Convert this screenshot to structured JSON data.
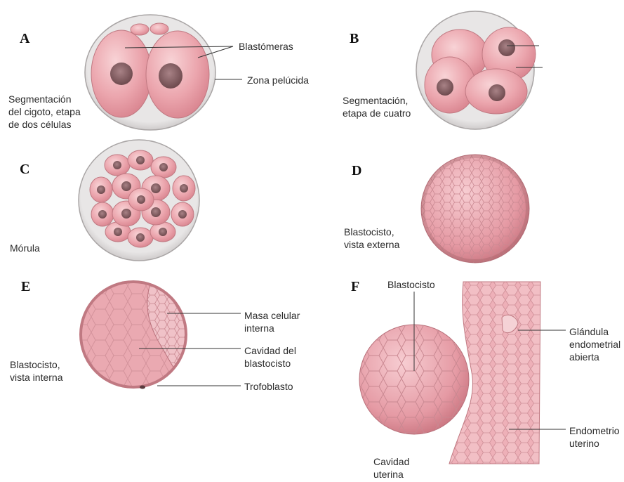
{
  "panels": {
    "a": {
      "letter": "A",
      "caption": [
        "Segmentación",
        "del cigoto, etapa",
        "de dos células"
      ],
      "label_blastomeras": "Blastómeras",
      "label_zona": "Zona pelúcida"
    },
    "b": {
      "letter": "B",
      "caption": [
        "Segmentación,",
        "etapa de cuatro"
      ]
    },
    "c": {
      "letter": "C",
      "caption": [
        "Mórula"
      ]
    },
    "d": {
      "letter": "D",
      "caption": [
        "Blastocisto,",
        "vista externa"
      ]
    },
    "e": {
      "letter": "E",
      "caption": [
        "Blastocisto,",
        "vista interna"
      ],
      "label_masa": [
        "Masa celular",
        "interna"
      ],
      "label_cavidad": [
        "Cavidad del",
        "blastocisto"
      ],
      "label_trofo": "Trofoblasto"
    },
    "f": {
      "letter": "F",
      "label_blastocisto": "Blastocisto",
      "label_glandula": [
        "Glándula",
        "endometrial",
        "abierta"
      ],
      "label_endometrio": [
        "Endometrio",
        "uterino"
      ],
      "label_cavidad": [
        "Cavidad",
        "uterina"
      ]
    }
  },
  "colors": {
    "zona": "#d9d6d6",
    "zona_edge": "#a9a5a5",
    "cell": "#e9a2a9",
    "cell_light": "#f6c9cd",
    "cell_edge": "#c07982",
    "nucleus": "#8d6266",
    "leader": "#333333"
  }
}
